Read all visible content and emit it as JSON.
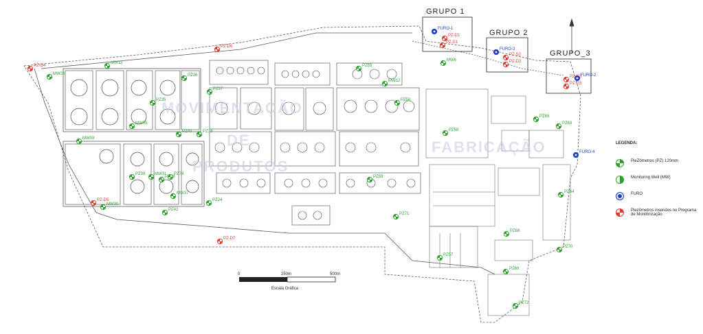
{
  "groups": [
    "GRUPO 1",
    "GRUPO 2",
    "GRUPO_3"
  ],
  "watermark": {
    "line1": "MOVIMENTAÇÃO",
    "line2": "DE",
    "line3": "PRODUTOS",
    "line4": "FABRICAÇÃO"
  },
  "legend": {
    "title": "LEGENDA:",
    "items": [
      {
        "label": "PieZômetros (PZ) 120mm",
        "icon": "piezometer-icon",
        "color": "#2aa12a"
      },
      {
        "label": "Monitoring Well (MW)",
        "icon": "monitoring-well-icon",
        "color": "#2aa12a"
      },
      {
        "label": "FURO",
        "icon": "borehole-icon",
        "color": "#1f3fbf"
      },
      {
        "label": "Piezômetros inseridos no Programa de Monitorização",
        "icon": "new-piezometer-icon",
        "color": "#e0392b"
      }
    ]
  },
  "scale": {
    "label": "Escala Gráfica",
    "ticks": [
      "0",
      "250m",
      "500m"
    ]
  },
  "colors": {
    "green": "#2aa12a",
    "red": "#e0392b",
    "blue": "#1f3fbf",
    "linework": "#555555"
  },
  "markers": {
    "red": [
      "PZ-D4",
      "PZ-D6",
      "PZ-S1",
      "PZ-D1",
      "PZ-S2",
      "PZ-D2",
      "PZ-S3",
      "PZ-D3",
      "PZ-D5",
      "PZ-D7"
    ],
    "blue": [
      "FURO-1",
      "FURO-3",
      "FURO-2",
      "FURO-4"
    ],
    "green": [
      "MW26",
      "MW13",
      "PZ36",
      "PZ37",
      "PZ35",
      "MW05",
      "PZ38",
      "MW09",
      "PZ39",
      "MW31",
      "PZ73",
      "PZ74",
      "PZ24",
      "MW37",
      "PZ42",
      "PZ40",
      "MW30",
      "MW6",
      "PZ55",
      "MW12",
      "PZ56",
      "PZ58",
      "PZ65",
      "PZ63",
      "PZ64",
      "PZ68",
      "PZ70",
      "PZ71",
      "PZ59",
      "PZ57",
      "PZ69",
      "PZ72"
    ]
  }
}
